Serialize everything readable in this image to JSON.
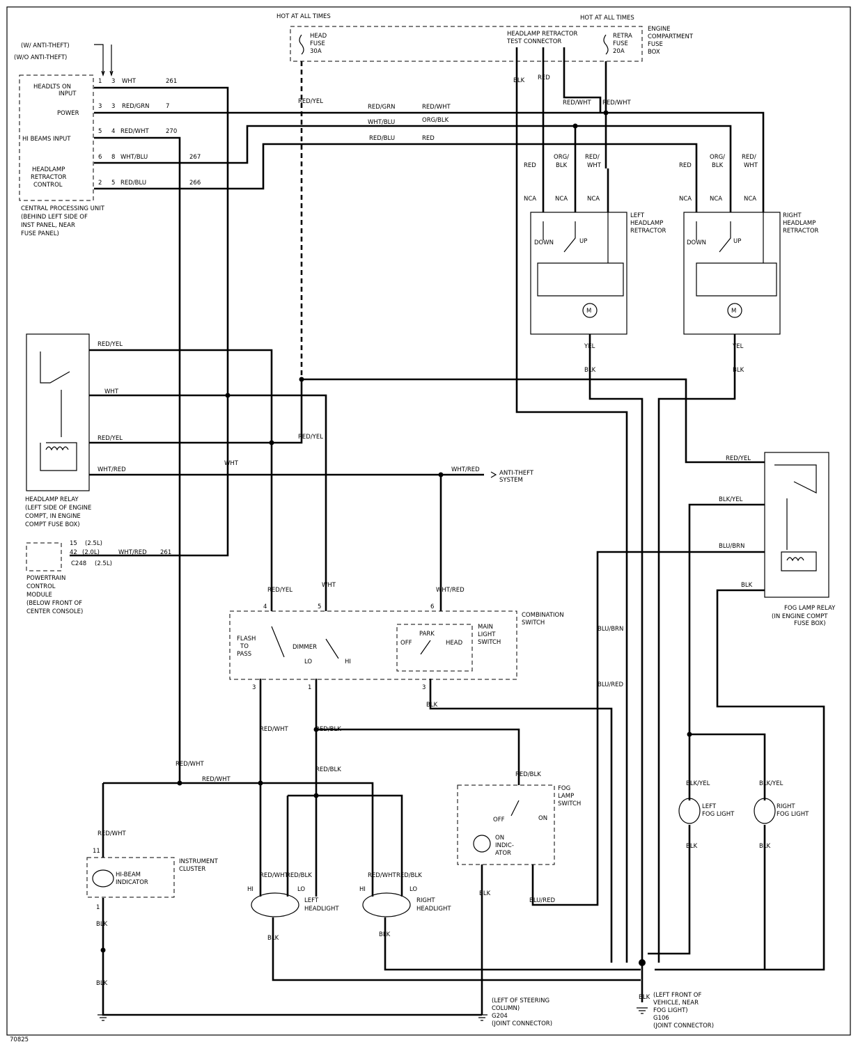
{
  "labels": [
    "HOT AT ALL TIMES",
    "HEAD",
    "FUSE",
    "30A",
    "HOT AT ALL TIMES",
    "HEADLAMP RETRACTOR",
    "TEST CONNECTOR",
    "RETRA",
    "FUSE",
    "20A",
    "ENGINE",
    "COMPARTMENT",
    "FUSE",
    "BOX",
    "(W/ ANTI-THEFT)",
    "(W/O ANTI-THEFT)",
    "1",
    "3",
    "3",
    "3",
    "5",
    "4",
    "6",
    "8",
    "2",
    "5",
    "HEADLTS ON",
    "INPUT",
    "POWER",
    "HI BEAMS INPUT",
    "HEADLAMP",
    "RETRACTOR",
    "CONTROL",
    "WHT",
    "261",
    "RED/GRN",
    "7",
    "RED/WHT",
    "270",
    "WHT/BLU",
    "267",
    "RED/BLU",
    "266",
    "CENTRAL PROCESSING UNIT",
    "(BEHIND LEFT SIDE OF",
    "INST PANEL, NEAR",
    "FUSE PANEL)",
    "RED/YEL",
    "BLK",
    "RED",
    "RED/WHT",
    "RED/WHT",
    "RED/GRN",
    "RED/WHT",
    "WHT/BLU",
    "ORG/BLK",
    "RED/BLU",
    "RED",
    "RED",
    "ORG/",
    "BLK",
    "RED/",
    "WHT",
    "RED",
    "ORG/",
    "BLK",
    "RED/",
    "WHT",
    "NCA",
    "NCA",
    "NCA",
    "NCA",
    "NCA",
    "NCA",
    "LEFT",
    "HEADLAMP",
    "RETRACTOR",
    "RIGHT",
    "HEADLAMP",
    "RETRACTOR",
    "DOWN",
    "UP",
    "DOWN",
    "UP",
    "M",
    "M",
    "YEL",
    "BLK",
    "YEL",
    "BLK",
    "RED/YEL",
    "WHT",
    "RED/YEL",
    "WHT/RED",
    "RED/YEL",
    "WHT",
    "HEADLAMP RELAY",
    "(LEFT SIDE OF ENGINE",
    "COMPT, IN ENGINE",
    "COMPT FUSE BOX)",
    "WHT/RED",
    "ANTI-THEFT",
    "SYSTEM",
    "RED/YEL",
    "BLK/YEL",
    "BLU/BRN",
    "BLK",
    "FOG LAMP RELAY",
    "(IN ENGINE COMPT",
    "FUSE BOX)",
    "15",
    "(2.5L)",
    "42",
    "(2.0L)",
    "WHT/RED",
    "261",
    "C248",
    "(2.5L)",
    "POWERTRAIN",
    "CONTROL",
    "MODULE",
    "(BELOW FRONT OF",
    "CENTER CONSOLE)",
    "RED/YEL",
    "WHT",
    "WHT/RED",
    "4",
    "5",
    "6",
    "COMBINATION",
    "SWITCH",
    "FLASH",
    "TO",
    "PASS",
    "DIMMER",
    "LO",
    "HI",
    "PARK",
    "OFF",
    "HEAD",
    "MAIN",
    "LIGHT",
    "SWITCH",
    "3",
    "1",
    "3",
    "RED/WHT",
    "RED/BLK",
    "BLK",
    "BLU/BRN",
    "BLU/RED",
    "RED/WHT",
    "RED/WHT",
    "RED/BLK",
    "RED/BLK",
    "FOG",
    "LAMP",
    "SWITCH",
    "OFF",
    "ON",
    "ON",
    "INDIC-",
    "ATOR",
    "BLK/YEL",
    "BLK/YEL",
    "LEFT",
    "FOG LIGHT",
    "RIGHT",
    "FOG LIGHT",
    "BLK",
    "BLK",
    "RED/WHT",
    "11",
    "INSTRUMENT",
    "CLUSTER",
    "HI-BEAM",
    "INDICATOR",
    "1",
    "BLK",
    "BLK",
    "RED/WHT",
    "RED/BLK",
    "RED/WHT",
    "RED/BLK",
    "HI",
    "LO",
    "HI",
    "LO",
    "LEFT",
    "HEADLIGHT",
    "RIGHT",
    "HEADLIGHT",
    "BLK",
    "BLK",
    "BLK",
    "BLU/RED",
    "(LEFT OF STEERING",
    "COLUMN)",
    "G204",
    "(JOINT CONNECTOR)",
    "BLK",
    "(LEFT FRONT OF",
    "VEHICLE, NEAR",
    "FOG LIGHT)",
    "G106",
    "(JOINT CONNECTOR)",
    "70825"
  ]
}
